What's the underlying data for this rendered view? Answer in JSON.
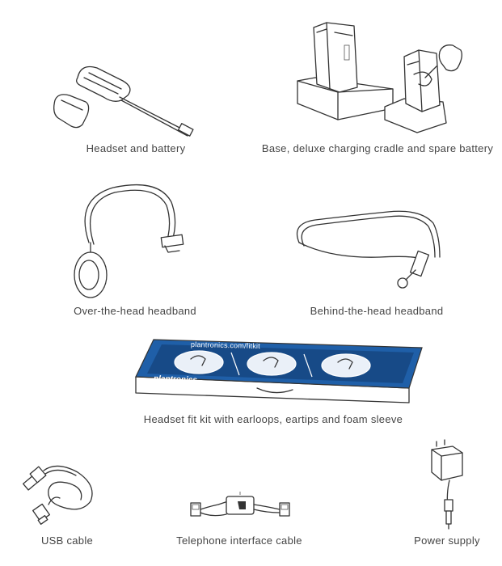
{
  "items": [
    {
      "caption": "Headset and battery"
    },
    {
      "caption": "Base, deluxe charging cradle and spare battery"
    },
    {
      "caption": "Over-the-head headband"
    },
    {
      "caption": "Behind-the-head headband"
    },
    {
      "caption": "Headset fit kit with earloops, eartips and foam sleeve"
    },
    {
      "caption": "USB cable"
    },
    {
      "caption": "Telephone interface cable"
    },
    {
      "caption": "Power supply"
    }
  ],
  "fitkit": {
    "url_label": "plantronics.com/fitkit",
    "brand": "plantronics."
  },
  "colors": {
    "fitkit_blue": "#1f5fa8",
    "fitkit_dark": "#174a87",
    "line": "#333333"
  }
}
